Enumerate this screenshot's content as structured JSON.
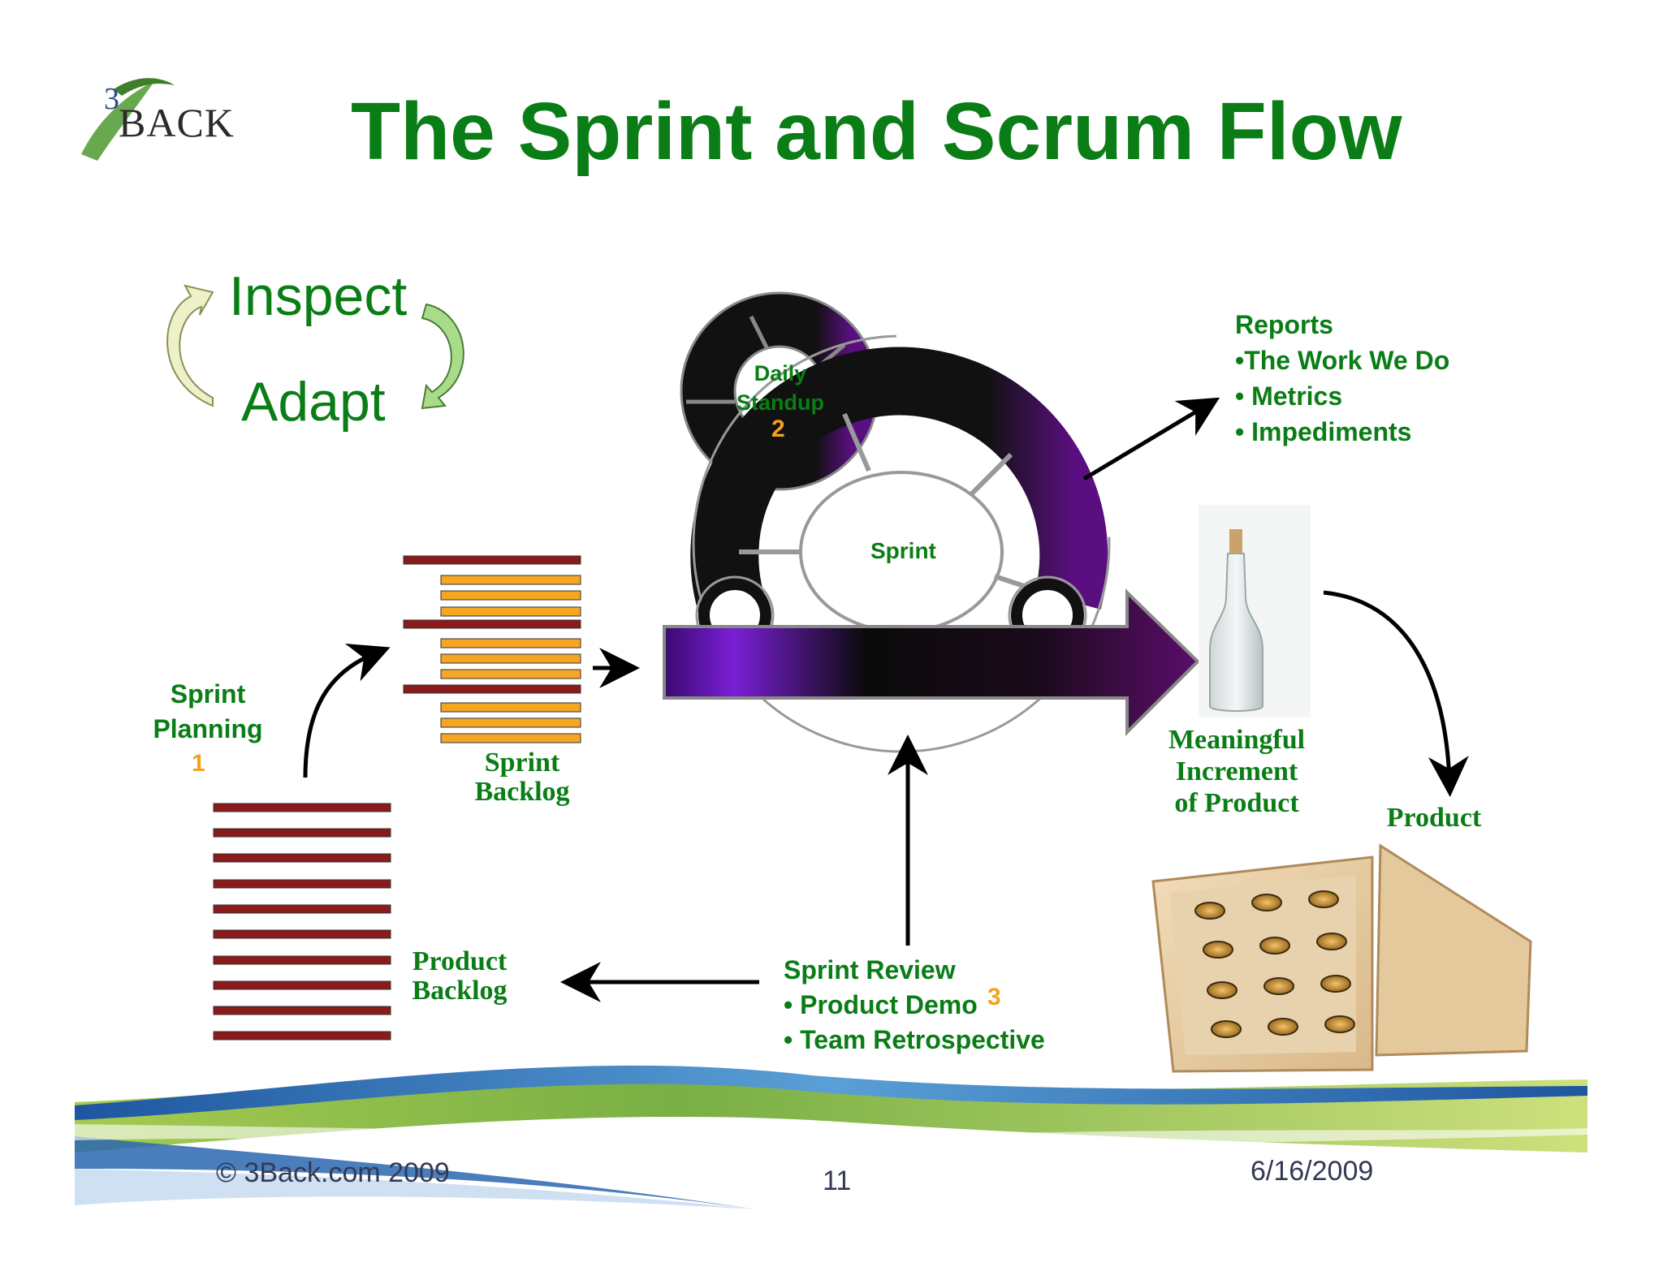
{
  "logo": {
    "text": "BACK",
    "mark": "3"
  },
  "title": "The Sprint and Scrum Flow",
  "cycle": {
    "inspect": "Inspect",
    "adapt": "Adapt"
  },
  "daily_standup": {
    "line1": "Daily",
    "line2": "Standup",
    "step": "2"
  },
  "sprint": {
    "label": "Sprint"
  },
  "reports": {
    "heading": "Reports",
    "items": [
      "•The Work We Do",
      "• Metrics",
      "• Impediments"
    ]
  },
  "sprint_planning": {
    "line1": "Sprint",
    "line2": "Planning",
    "step": "1"
  },
  "sprint_backlog": {
    "line1": "Sprint",
    "line2": "Backlog"
  },
  "product_backlog": {
    "line1": "Product",
    "line2": "Backlog"
  },
  "increment": {
    "line1": "Meaningful",
    "line2": "Increment",
    "line3": "of Product"
  },
  "product": {
    "label": "Product"
  },
  "sprint_review": {
    "heading": "Sprint Review",
    "items": [
      "• Product Demo",
      "• Team Retrospective"
    ],
    "step": "3"
  },
  "footer": {
    "copyright": "© 3Back.com 2009",
    "page": "11",
    "date": "6/16/2009"
  },
  "colors": {
    "title_green": "#0a7d16",
    "backlog_red": "#8b1a1a",
    "backlog_orange": "#f5a623",
    "sprint_purple": "#7a1fd6",
    "step_orange": "#f4a21c"
  }
}
